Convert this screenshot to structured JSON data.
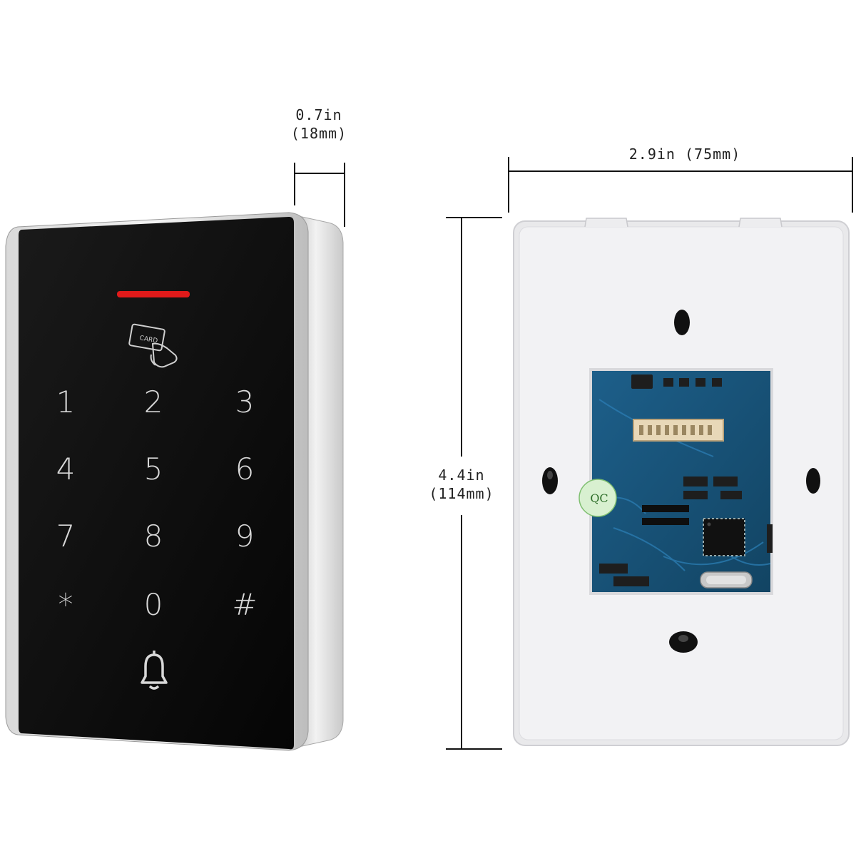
{
  "dimensions": {
    "depth": {
      "line1": "0.7in",
      "line2": "(18mm)"
    },
    "width": {
      "label": "2.9in (75mm)"
    },
    "height": {
      "line1": "4.4in",
      "line2": "(114mm)"
    }
  },
  "keypad": {
    "keys": [
      "1",
      "2",
      "3",
      "4",
      "5",
      "6",
      "7",
      "8",
      "9",
      "*",
      "0",
      "#"
    ],
    "indicator_color": "#e01a1a",
    "panel_color": "#0b0b0b",
    "card_icon_text": "CARD"
  },
  "back_panel": {
    "chip_label": "QC"
  }
}
